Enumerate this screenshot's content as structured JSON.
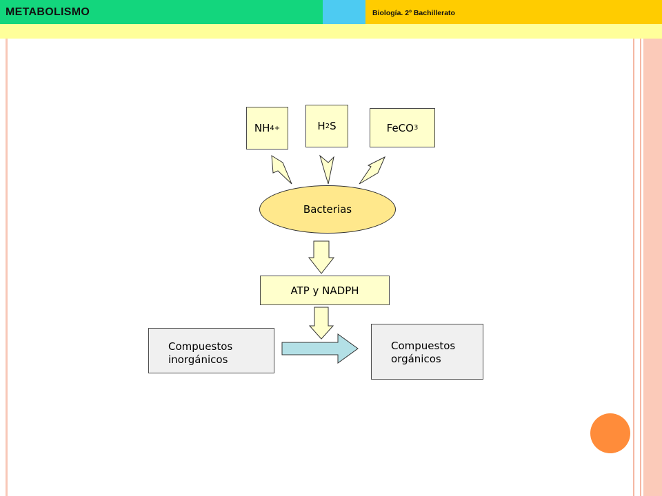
{
  "header": {
    "title": "METABOLISMO",
    "subtitle": "Biología. 2º Bachillerato"
  },
  "colors": {
    "header_green": "#13D67D",
    "header_cyan": "#4DCBF2",
    "header_yellow": "#FFCC00",
    "header_strip": "#FFFF9A",
    "box_fill": "#FFFFCC",
    "ellipse_fill": "#FFE88C",
    "compound_fill": "#F0F0F0",
    "arrow_fill": "#B3E0E6",
    "accent_circle": "#FF8C3A"
  },
  "diagram": {
    "nh4": {
      "base": "NH",
      "sub": "4",
      "sup": "+"
    },
    "h2s": {
      "pre": "H",
      "sub": "2",
      "post": "S"
    },
    "feco3": {
      "base": "FeCO",
      "sub": "3"
    },
    "bacteria": "Bacterias",
    "energy": "ATP y NADPH",
    "input": {
      "line1": "Compuestos",
      "line2": "inorgánicos"
    },
    "output": {
      "line1": "Compuestos",
      "line2": "orgánicos"
    }
  }
}
